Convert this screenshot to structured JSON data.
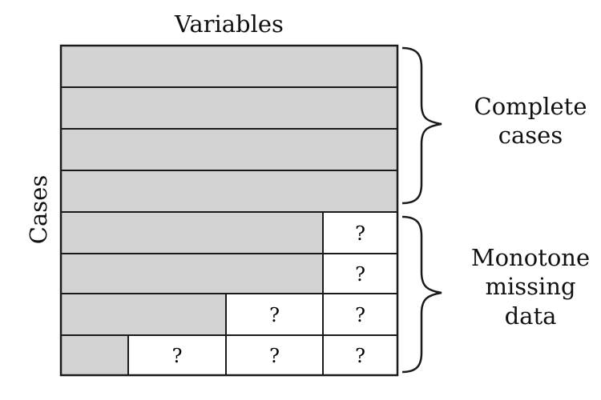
{
  "labels": {
    "variables": "Variables",
    "cases": "Cases",
    "complete_line1": "Complete",
    "complete_line2": "cases",
    "monotone_line1": "Monotone",
    "monotone_line2": "missing",
    "monotone_line3": "data"
  },
  "missing_marker": "?",
  "colors": {
    "observed_fill": "#d3d3d3",
    "missing_fill": "#ffffff",
    "line": "#1a1a1a"
  },
  "matrix": {
    "columns": 4,
    "rows": [
      {
        "missing_columns": []
      },
      {
        "missing_columns": []
      },
      {
        "missing_columns": []
      },
      {
        "missing_columns": []
      },
      {
        "missing_columns": [
          3
        ]
      },
      {
        "missing_columns": [
          3
        ]
      },
      {
        "missing_columns": [
          2,
          3
        ]
      },
      {
        "missing_columns": [
          1,
          2,
          3
        ]
      }
    ]
  }
}
